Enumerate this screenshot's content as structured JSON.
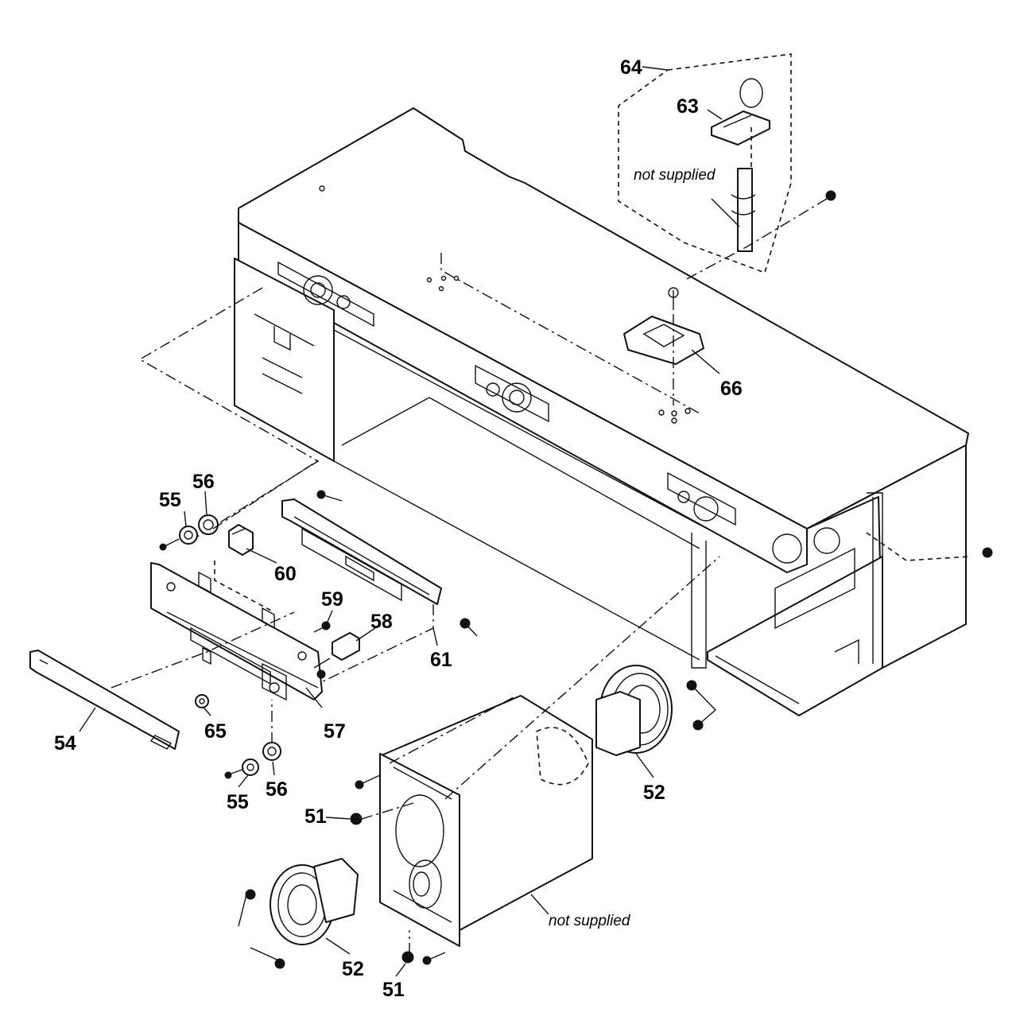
{
  "notes": {
    "top_not_supplied": "not supplied",
    "bottom_not_supplied": "not supplied"
  },
  "callouts": {
    "p51a": "51",
    "p51b": "51",
    "p52a": "52",
    "p52b": "52",
    "p54": "54",
    "p55a": "55",
    "p55b": "55",
    "p56a": "56",
    "p56b": "56",
    "p57": "57",
    "p58": "58",
    "p59": "59",
    "p60": "60",
    "p61": "61",
    "p63": "63",
    "p64": "64",
    "p65": "65",
    "p66": "66"
  }
}
